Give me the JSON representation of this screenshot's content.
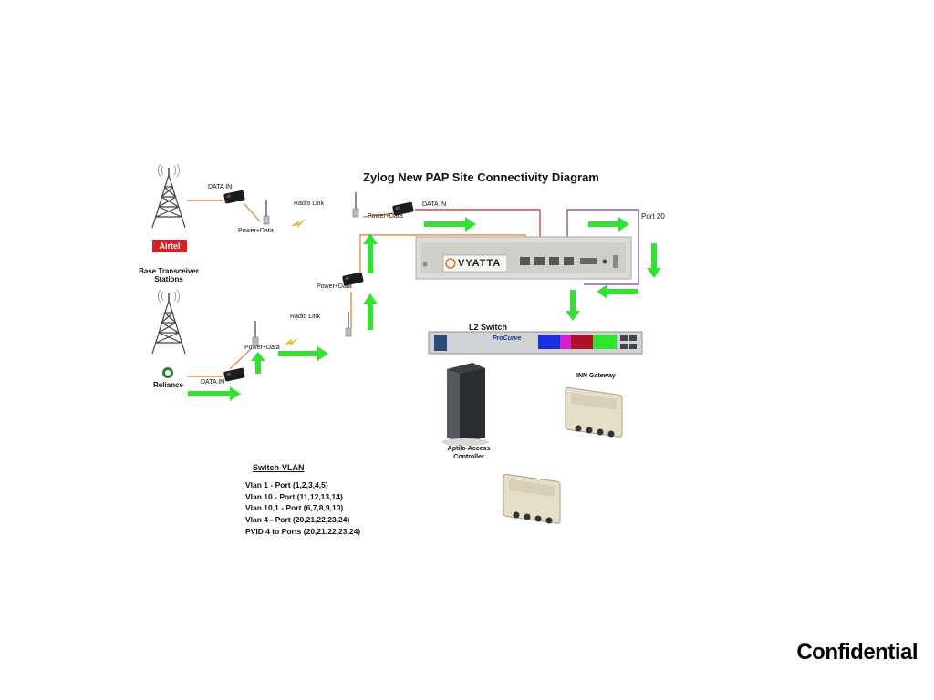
{
  "title": "Zylog New PAP Site Connectivity Diagram",
  "labels": {
    "data_in": "DATA IN",
    "power_data": "Power+Data",
    "radio_link": "Radio Link",
    "port_20": "Port 20",
    "base_stations": "Base Transceiver Stations",
    "airtel": "Airtel",
    "reliance": "Reliance",
    "l2_switch": "L2 Switch",
    "inn_gateway": "INN Gateway",
    "aptilo": "Aptilo-Access Controller",
    "vyatta": "VYATTA",
    "procurve": "ProCurve"
  },
  "vlan": {
    "title": "Switch-VLAN",
    "lines": [
      "Vlan 1  - Port (1,2,3,4,5)",
      "Vlan 10 - Port (11,12,13,14)",
      "Vlan 10,1 - Port (6,7,8,9,10)",
      "Vlan 4 - Port (20,21,22,23,24)",
      "PVID 4 to Ports (20,21,22,23,24)"
    ]
  },
  "footer": {
    "confidential": "Confidential"
  },
  "colors": {
    "arrow": "#33e033",
    "orange_cable": "#e07a2a",
    "red_cable": "#d42020",
    "purple_cable": "#7a3aa0",
    "airtel_red": "#d81f26"
  },
  "icons": [
    "tower-icon",
    "poe-injector-icon",
    "antenna-icon",
    "lightning-icon",
    "router-icon",
    "switch-icon",
    "server-icon",
    "gateway-box-icon"
  ]
}
